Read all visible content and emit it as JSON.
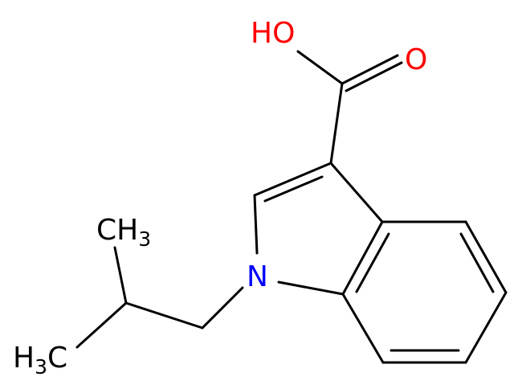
{
  "colors": {
    "carbon": "#000000",
    "oxygen": "#ff0000",
    "nitrogen": "#0000ff",
    "background": "#ffffff"
  },
  "labels": {
    "hydroxyl": {
      "main": "HO"
    },
    "carbonyl_o": {
      "main": "O"
    },
    "nitrogen": {
      "main": "N"
    },
    "methyl_top": {
      "main": "CH",
      "sub": "3"
    },
    "methyl_bottom": {
      "pre": "H",
      "sub": "3",
      "main": "C"
    }
  }
}
